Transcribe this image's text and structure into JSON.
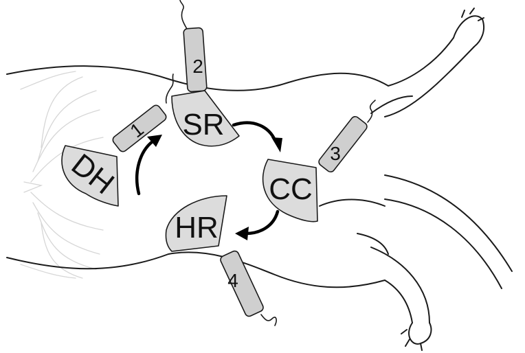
{
  "regions": {
    "dh": "DH",
    "sr": "SR",
    "cc": "CC",
    "hr": "HR"
  },
  "sites": {
    "s1": "1",
    "s2": "2",
    "s3": "3",
    "s4": "4"
  },
  "colors": {
    "region_fill": "#dcdcdc",
    "site_fill": "#cfcfcf",
    "outline": "#1a1a1a",
    "ribs": "#d6d6d6",
    "arrows": "#000000"
  }
}
